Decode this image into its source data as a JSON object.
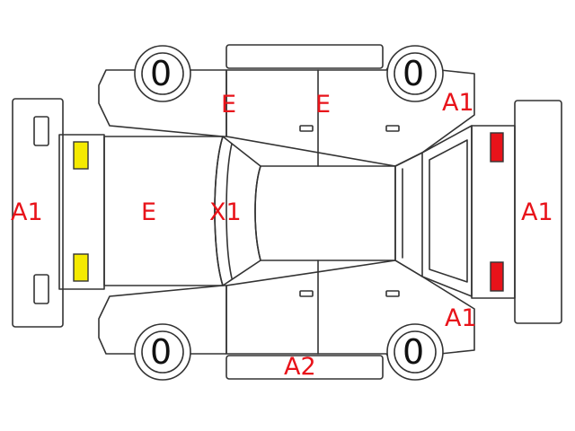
{
  "colors": {
    "marking": "#e8131a",
    "lamp_front": "#f5ea00",
    "lamp_rear": "#e8131a",
    "outline": "#333333"
  },
  "tires": {
    "front_left": "0",
    "front_right": "0",
    "rear_left": "0",
    "rear_right": "0"
  },
  "marks": {
    "roof_left": "E",
    "roof_right": "E",
    "right_rear_fender": "A1",
    "front_bumper": "A1",
    "hood": "E",
    "windshield": "X1",
    "rear_bumper": "A1",
    "left_rear_fender": "A1",
    "left_rocker": "A2"
  }
}
